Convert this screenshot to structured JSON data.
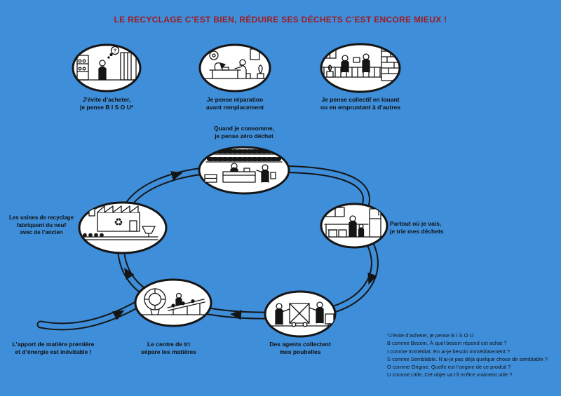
{
  "header": {
    "title": "LE RECYCLAGE C’EST BIEN, RÉDUIRE SES DÉCHETS C’EST ENCORE MIEUX !"
  },
  "colors": {
    "background": "#3E8EDA",
    "title_red": "#A01D20",
    "ink_black": "#151515",
    "panel_white": "#FFFFFF"
  },
  "top_row": [
    {
      "id": "avoid-buying",
      "icon": "shop-scene-icon",
      "lines": [
        "J’évite d’acheter,",
        "je pense B I S O U*"
      ]
    },
    {
      "id": "repair",
      "icon": "repair-scene-icon",
      "lines": [
        "Je pense réparation",
        "avant remplacement"
      ]
    },
    {
      "id": "collective",
      "icon": "balcony-sharing-scene-icon",
      "lines": [
        "Je pense collectif en louant",
        "ou en empruntant à d’autres"
      ]
    }
  ],
  "cycle": {
    "consume": {
      "icon": "zero-waste-shop-scene-icon",
      "lines": [
        "Quand je consomme,",
        "je pense zéro déchet"
      ]
    },
    "sort": {
      "icon": "waste-sorting-scene-icon",
      "lines": [
        "Partout où je vais,",
        "je trie mes déchets"
      ]
    },
    "collect": {
      "icon": "waste-collection-scene-icon",
      "lines": [
        "Des agents collectent",
        "mes poubelles"
      ]
    },
    "tri": {
      "icon": "sorting-center-scene-icon",
      "lines": [
        "Le centre de tri",
        "sépare les matières"
      ]
    },
    "factory": {
      "icon": "recycling-factory-scene-icon",
      "lines": [
        "Les usines de recyclage",
        "fabriquent du neuf",
        "avec de l’ancien"
      ]
    },
    "input": {
      "lines": [
        "L’apport de matière première",
        "et d’énergie est inévitable !"
      ]
    }
  },
  "footnote": {
    "lines": [
      "*J’évite d’acheter, je pense B I S O U",
      "B comme Besoin. À quel besoin répond cet achat ?",
      "I comme Immédiat. En ai-je besoin immédiatement ?",
      "S comme Semblable. N’ai-je pas déjà quelque chose de semblable ?",
      "O comme Origine. Quelle est l’origine de ce produit ?",
      "U comme Utile. Cet objet va t’il m’être vraiment utile ?"
    ]
  }
}
